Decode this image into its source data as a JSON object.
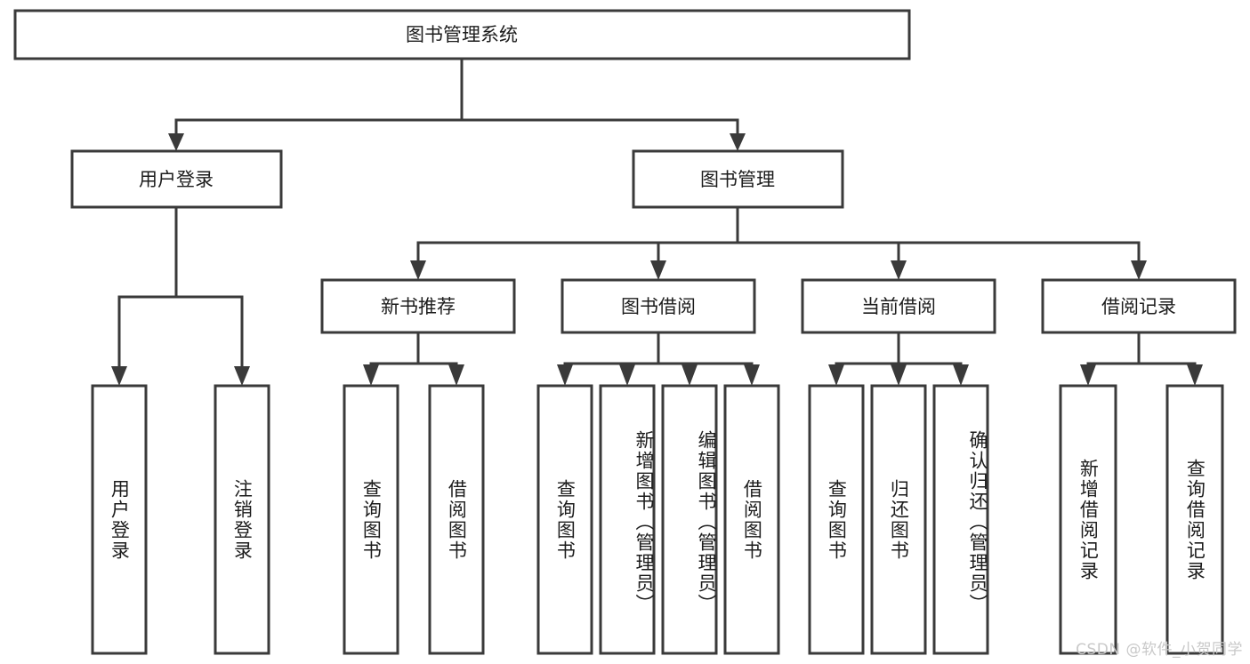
{
  "diagram": {
    "title": "图书管理系统",
    "type": "hierarchy-tree",
    "watermark": "CSDN @软件_小贺同学",
    "colors": {
      "stroke": "#3a3a3a",
      "fill": "#ffffff",
      "text": "#1c1c1c",
      "watermark": "#c9c9c9"
    },
    "root": {
      "label": "图书管理系统"
    },
    "level2": [
      {
        "label": "用户登录"
      },
      {
        "label": "图书管理"
      }
    ],
    "level3": [
      {
        "label": "新书推荐"
      },
      {
        "label": "图书借阅"
      },
      {
        "label": "当前借阅"
      },
      {
        "label": "借阅记录"
      }
    ],
    "leaves": {
      "user_login": [
        {
          "label": "用户登录"
        },
        {
          "label": "注销登录"
        }
      ],
      "new_book_recommend": [
        {
          "label": "查询图书"
        },
        {
          "label": "借阅图书"
        }
      ],
      "book_borrow": [
        {
          "label": "查询图书"
        },
        {
          "label": "新增图书（管理员）"
        },
        {
          "label": "编辑图书（管理员）"
        },
        {
          "label": "借阅图书"
        }
      ],
      "current_borrow": [
        {
          "label": "查询图书"
        },
        {
          "label": "归还图书"
        },
        {
          "label": "确认归还（管理员）"
        }
      ],
      "borrow_records": [
        {
          "label": "新增借阅记录"
        },
        {
          "label": "查询借阅记录"
        }
      ]
    }
  }
}
